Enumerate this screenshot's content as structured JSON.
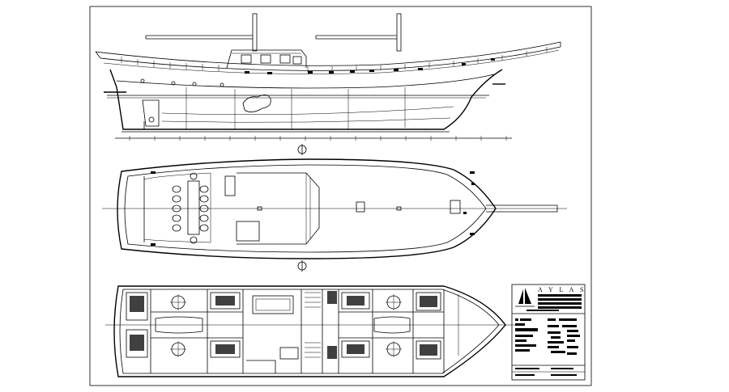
{
  "drawing": {
    "brand_label": "A Y L A S",
    "views": [
      "side-elevation",
      "deck-plan",
      "cabin-layout"
    ],
    "colors": {
      "line": "#000000",
      "background": "#ffffff"
    }
  }
}
